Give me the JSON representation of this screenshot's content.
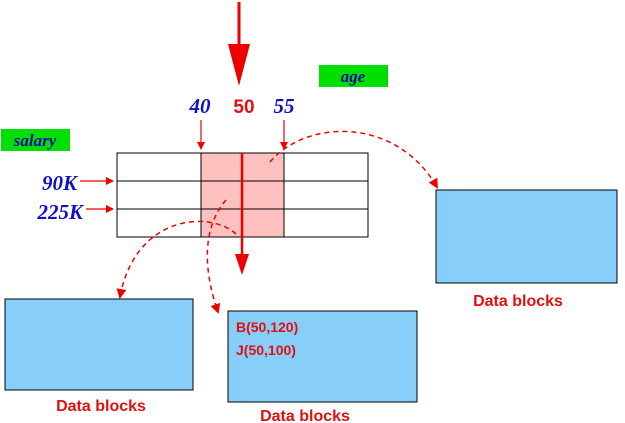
{
  "attribute_tags": {
    "age": "age",
    "salary": "salary"
  },
  "age_ticks": {
    "left": "40",
    "center": "50",
    "right": "55"
  },
  "salary_ticks": {
    "upper": "90K",
    "lower": "225K"
  },
  "data_blocks": {
    "right_label": "Data blocks",
    "left_label": "Data blocks",
    "middle_label": "Data blocks",
    "middle_records": [
      "B(50,120)",
      "J(50,100)"
    ]
  },
  "colors": {
    "tag_bg": "#00e000",
    "highlight": "#ffc0c0",
    "block_fill": "#87cefa",
    "arrow": "#ee0000",
    "blue_text": "#1010c8"
  }
}
